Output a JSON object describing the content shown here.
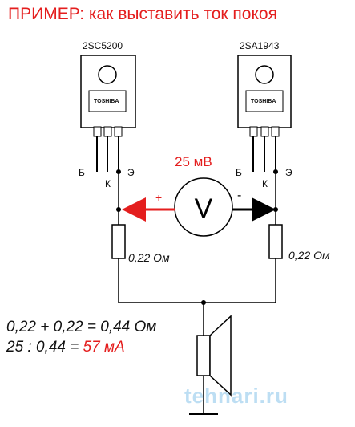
{
  "title": "ПРИМЕР: как выставить ток покоя",
  "transistors": [
    {
      "part": "2SC5200",
      "brand": "TOSHIBA",
      "pins": {
        "base": "Б",
        "collector": "К",
        "emitter": "Э"
      }
    },
    {
      "part": "2SA1943",
      "brand": "TOSHIBA",
      "pins": {
        "base": "Б",
        "collector": "К",
        "emitter": "Э"
      }
    }
  ],
  "voltmeter": {
    "reading": "25 мВ",
    "symbol": "V",
    "plus": "+",
    "minus": "-"
  },
  "resistors": [
    {
      "label": "0,22 Ом"
    },
    {
      "label": "0,22 Ом"
    }
  ],
  "calculation": {
    "line1": "0,22 + 0,22 = 0,44 Ом",
    "line2_prefix": "25 : 0,44 = ",
    "line2_result": "57 мА"
  },
  "watermark": "tehnari.ru",
  "colors": {
    "accent": "#e41e1e",
    "wire": "#000000",
    "transistor_body": "#ffffff",
    "watermark": "#a7d3ef"
  }
}
